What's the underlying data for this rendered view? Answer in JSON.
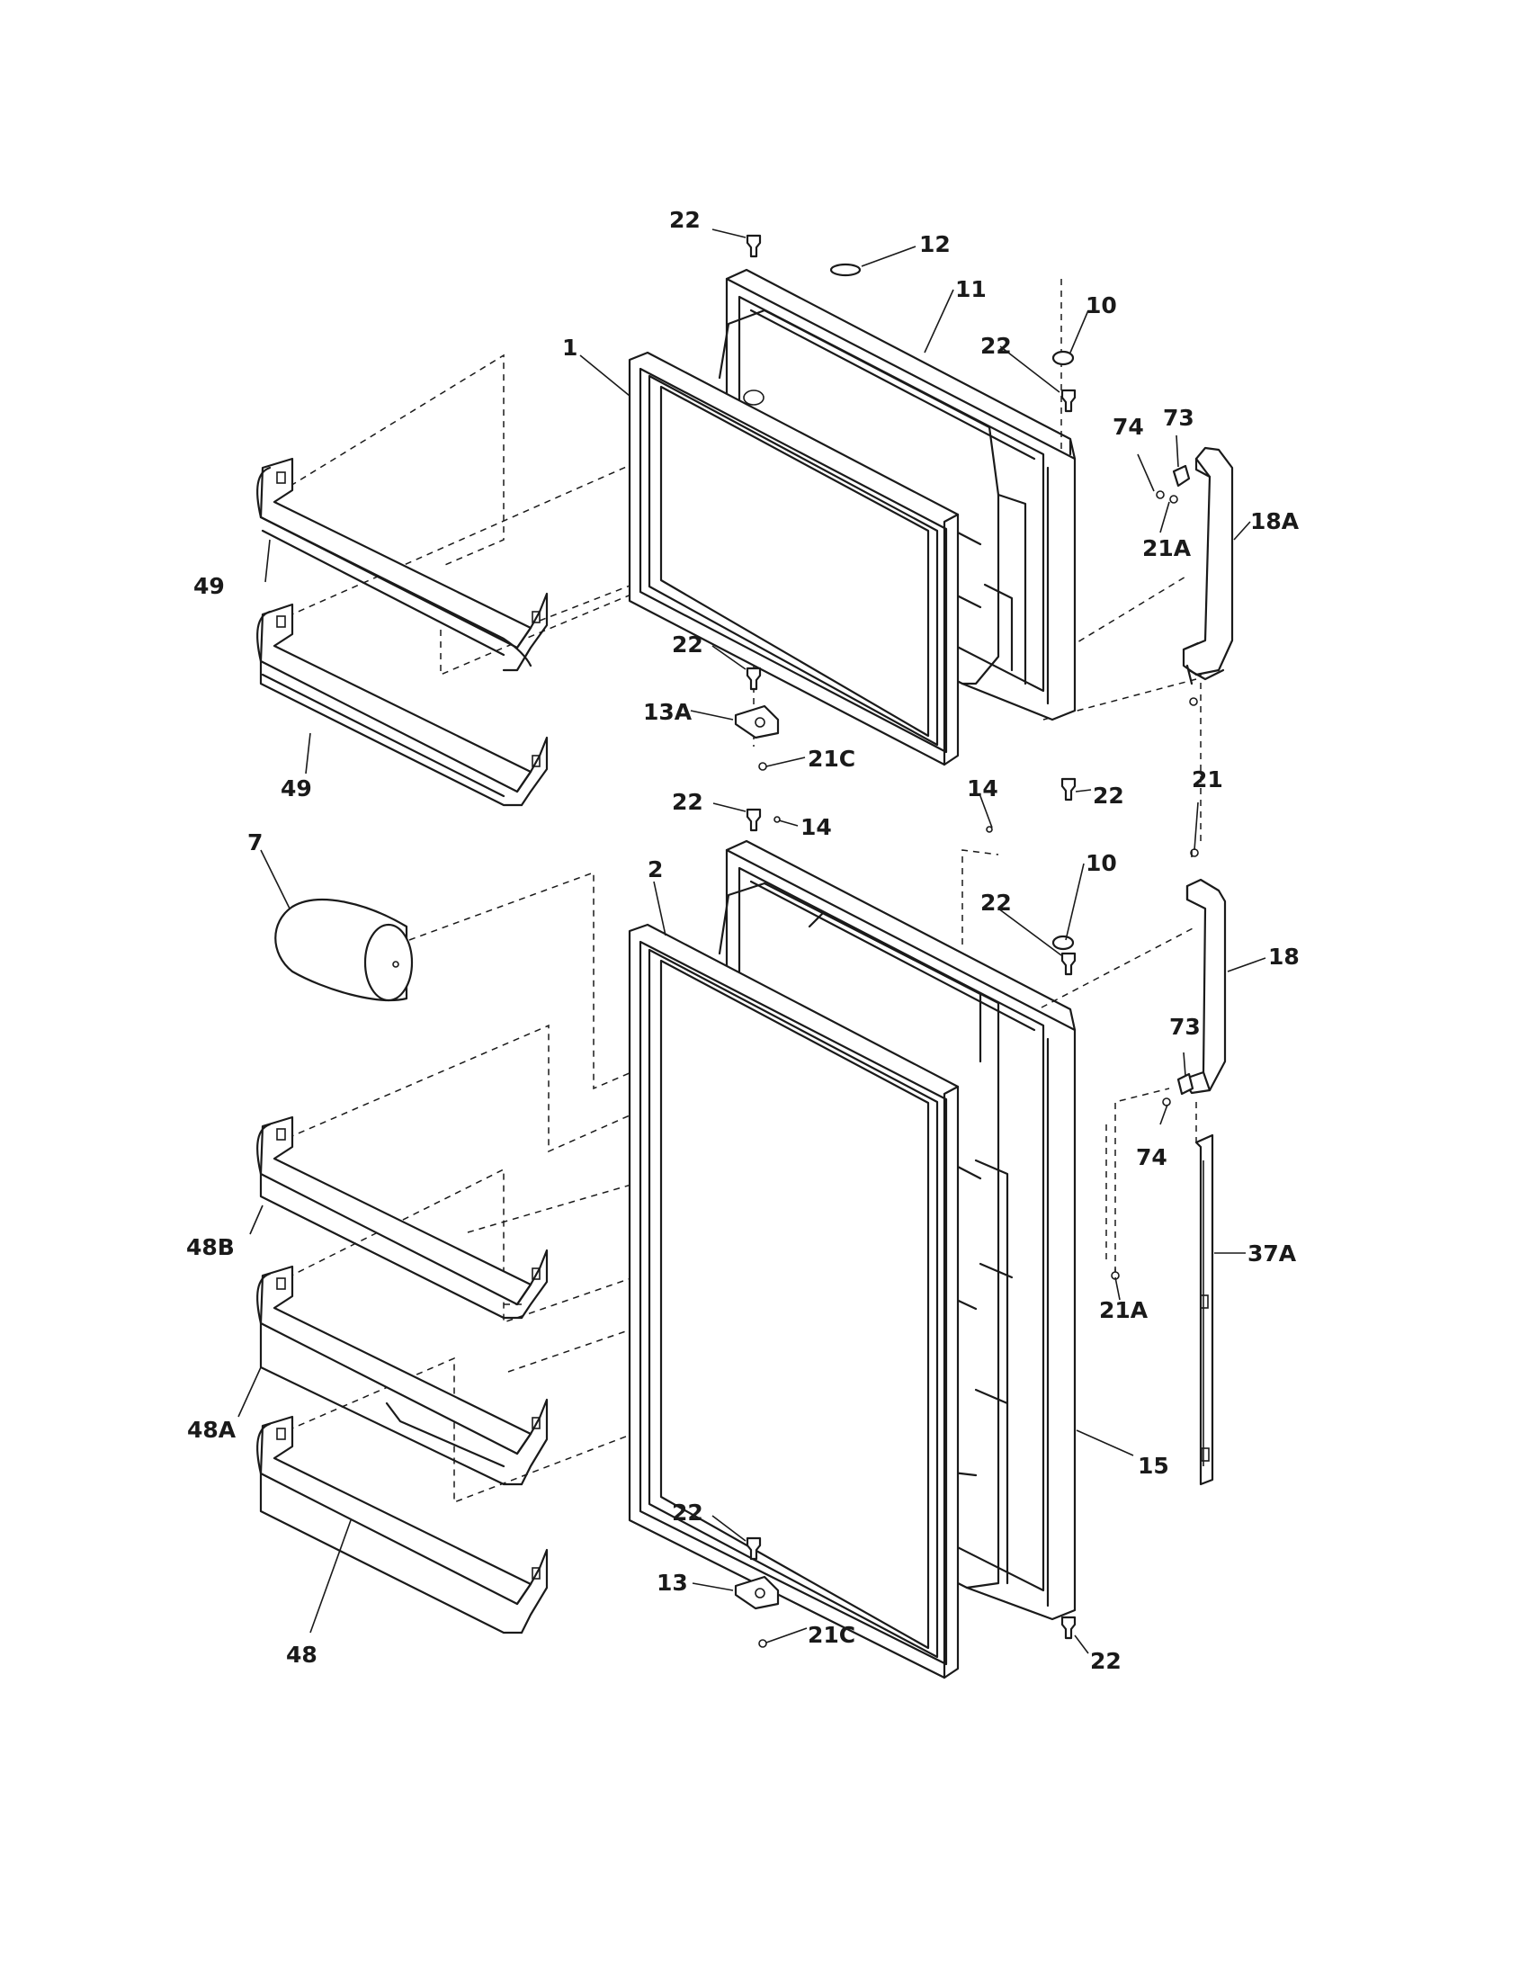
{
  "callouts": {
    "c1": "1",
    "c2": "2",
    "c7": "7",
    "c10a": "10",
    "c10b": "10",
    "c11": "11",
    "c12": "12",
    "c13": "13",
    "c13a": "13A",
    "c14a": "14",
    "c14b": "14",
    "c15": "15",
    "c18": "18",
    "c18a": "18A",
    "c21": "21",
    "c21a1": "21A",
    "c21a2": "21A",
    "c21c1": "21C",
    "c21c2": "21C",
    "c22a": "22",
    "c22b": "22",
    "c22c": "22",
    "c22d": "22",
    "c22e": "22",
    "c22f": "22",
    "c22g": "22",
    "c22h": "22",
    "c37a": "37A",
    "c48": "48",
    "c48a": "48A",
    "c48b": "48B",
    "c49a": "49",
    "c49b": "49",
    "c73a": "73",
    "c73b": "73",
    "c74a": "74",
    "c74b": "74"
  }
}
